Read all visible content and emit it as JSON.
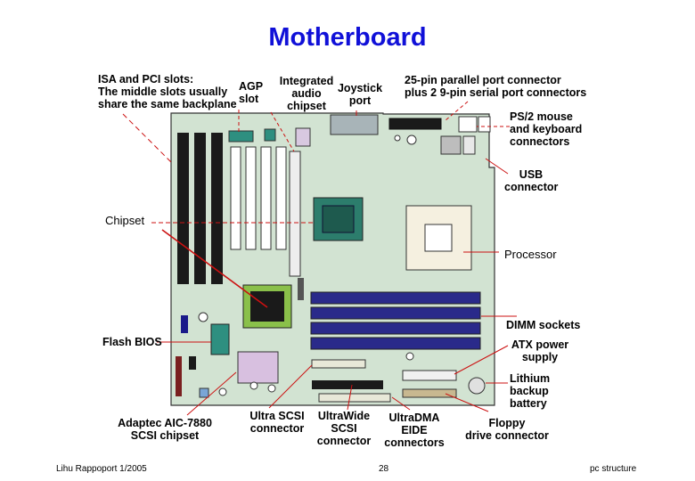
{
  "title": "Motherboard",
  "labels": {
    "isa_pci": "ISA and PCI slots:\nThe middle slots usually\nshare the same backplane",
    "agp": "AGP\nslot",
    "audio": "Integrated\naudio\nchipset",
    "joystick": "Joystick\nport",
    "parallel": "25-pin parallel port connector\nplus 2 9-pin serial port connectors",
    "ps2": "PS/2 mouse\nand keyboard\nconnectors",
    "usb": "USB\nconnector",
    "chipset": "Chipset",
    "processor": "Processor",
    "dimm": "DIMM sockets",
    "flash": "Flash BIOS",
    "atx": "ATX power\nsupply",
    "lithium": "Lithium\nbackup\nbattery",
    "adaptec": "Adaptec AIC-7880\nSCSI chipset",
    "ultra_scsi": "Ultra SCSI\nconnector",
    "ultra_wide": "UltraWide\nSCSI\nconnector",
    "ultradma": "UltraDMA EIDE\nconnectors",
    "floppy": "Floppy\ndrive connector"
  },
  "footer": {
    "left": "Lihu Rappoport 1/2005",
    "center": "28",
    "right": "pc structure"
  },
  "colors": {
    "title": "#1010d8",
    "board": "#cfe0cf",
    "leader": "#cc1111",
    "dimm": "#2a2a8a",
    "chip": "#2c7d6c"
  }
}
